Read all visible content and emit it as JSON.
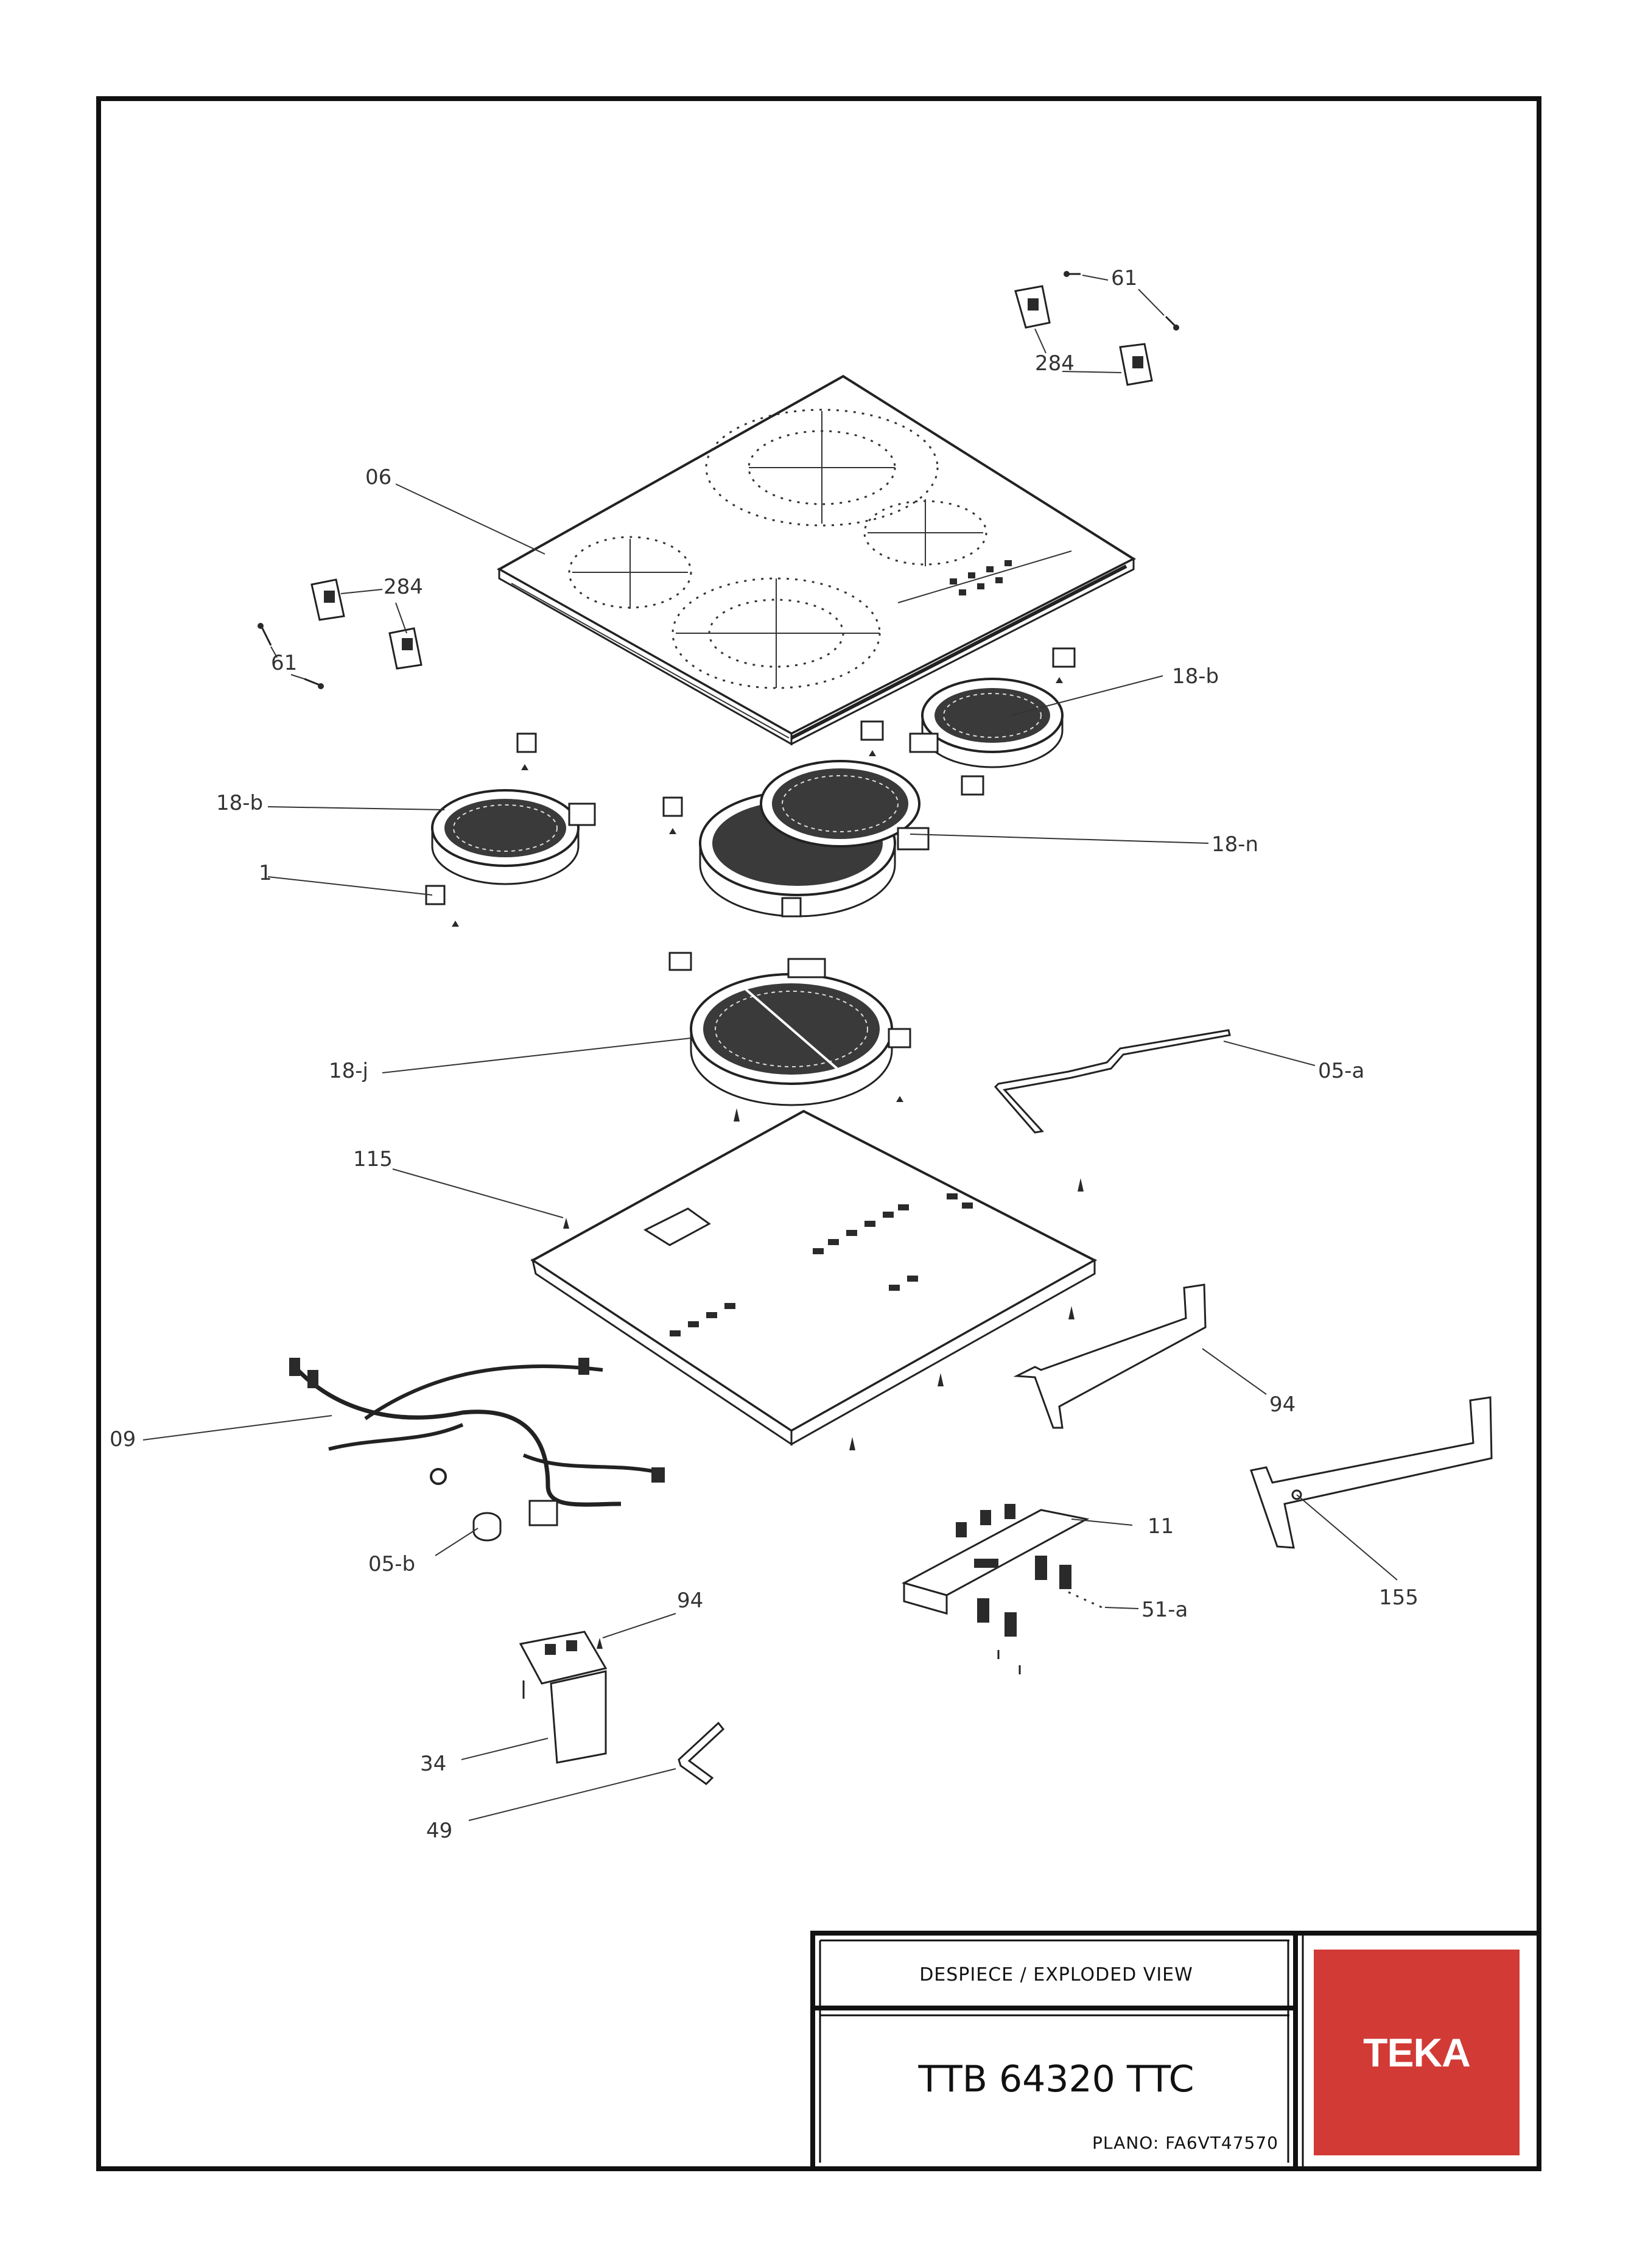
{
  "title_block": {
    "caption": "DESPIECE / EXPLODED VIEW",
    "model": "TTB 64320 TTC",
    "plan": "PLANO: FA6VT47570",
    "brand": "TEKA",
    "brand_color": "#d23a36"
  },
  "part_labels": {
    "p61_top": "61",
    "p284_top": "284",
    "p06": "06",
    "p284_left": "284",
    "p61_left": "61",
    "p18b_right": "18-b",
    "p18b_left": "18-b",
    "p18n": "18-n",
    "p1": "1",
    "p18j": "18-j",
    "p05a": "05-a",
    "p115": "115",
    "p94_right": "94",
    "p09": "09",
    "p11": "11",
    "p155": "155",
    "p05b": "05-b",
    "p94_bottom": "94",
    "p51a": "51-a",
    "p34": "34",
    "p49": "49"
  }
}
